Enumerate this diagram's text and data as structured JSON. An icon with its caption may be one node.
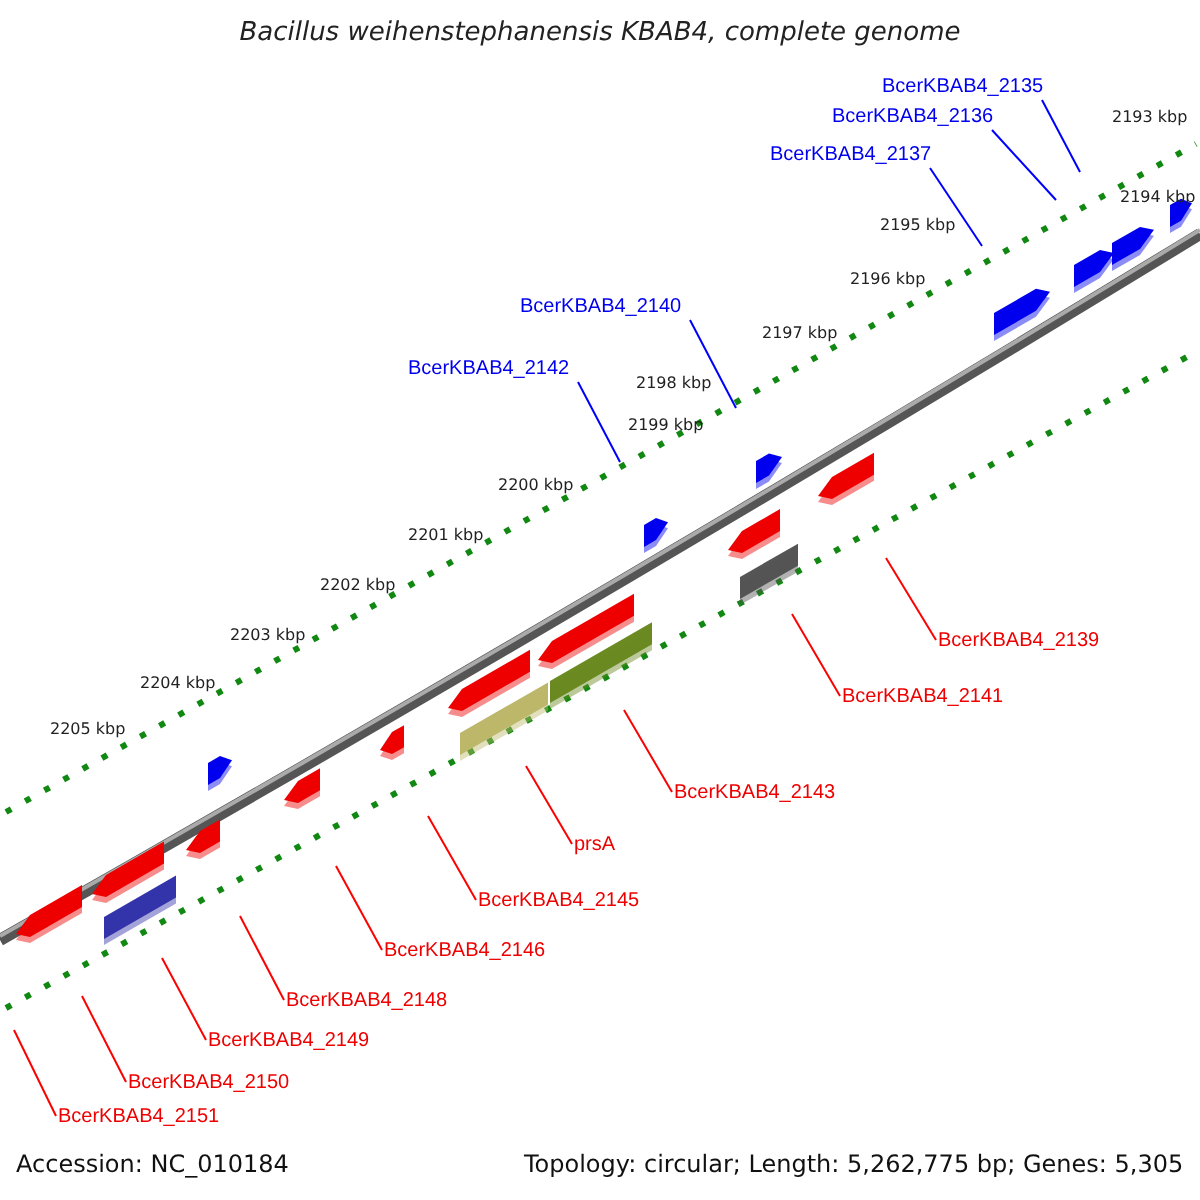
{
  "diagram": {
    "title": "Bacillus weihenstephanensis KBAB4, complete genome",
    "nodes": [
      {
        "text": [
          "BcerKBAB4_2135"
        ]
      },
      {
        "text": [
          "BcerKBAB4_2136"
        ]
      },
      {
        "text": [
          "BcerKBAB4_2137"
        ]
      },
      {
        "text": [
          "BcerKBAB4_2140"
        ]
      },
      {
        "text": [
          "BcerKBAB4_2142"
        ]
      },
      {
        "text": [
          "BcerKBAB4_2139"
        ]
      },
      {
        "text": [
          "BcerKBAB4_2141"
        ]
      },
      {
        "text": [
          "BcerKBAB4_2143"
        ]
      },
      {
        "text": [
          "prsA"
        ]
      },
      {
        "text": [
          "BcerKBAB4_2145"
        ]
      },
      {
        "text": [
          "BcerKBAB4_2146"
        ]
      },
      {
        "text": [
          "BcerKBAB4_2148"
        ]
      },
      {
        "text": [
          "BcerKBAB4_2149"
        ]
      },
      {
        "text": [
          "BcerKBAB4_2150"
        ]
      },
      {
        "text": [
          "BcerKBAB4_2151"
        ]
      }
    ],
    "edges": [
      {
        "from": 0,
        "to": null,
        "arrow": "none",
        "color": "#0000ff"
      },
      {
        "from": 1,
        "to": null,
        "arrow": "none",
        "color": "#0000ff"
      },
      {
        "from": 2,
        "to": null,
        "arrow": "none",
        "color": "#0000ff"
      },
      {
        "from": 3,
        "to": null,
        "arrow": "none",
        "color": "#0000ff"
      },
      {
        "from": 4,
        "to": null,
        "arrow": "none",
        "color": "#0000ff"
      },
      {
        "from": 5,
        "to": null,
        "arrow": "none"
      },
      {
        "from": 6,
        "to": null,
        "arrow": "none"
      },
      {
        "from": 7,
        "to": null,
        "arrow": "none"
      },
      {
        "from": 8,
        "to": null,
        "arrow": "none"
      },
      {
        "from": 9,
        "to": null,
        "arrow": "none"
      },
      {
        "from": 10,
        "to": null,
        "arrow": "none"
      },
      {
        "from": 11,
        "to": null,
        "arrow": "none"
      },
      {
        "from": 12,
        "to": null,
        "arrow": "none"
      },
      {
        "from": 13,
        "to": null,
        "arrow": "none"
      },
      {
        "from": 14,
        "to": null,
        "arrow": "none"
      }
    ],
    "labels": [
      "2193 kbp",
      "2194 kbp",
      "2195 kbp",
      "2196 kbp",
      "2197 kbp",
      "2198 kbp",
      "2199 kbp",
      "2200 kbp",
      "2201 kbp",
      "2202 kbp",
      "2203 kbp",
      "2204 kbp",
      "2205 kbp",
      "Accession: NC_010184",
      "Topology: circular; Length: 5,262,775 bp; Genes: 5,305"
    ]
  }
}
